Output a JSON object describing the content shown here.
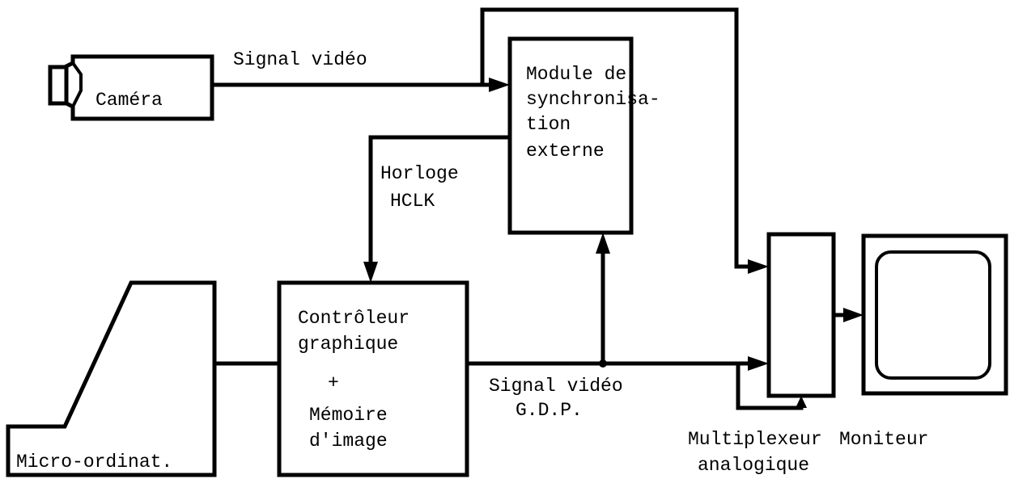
{
  "blocks": {
    "camera": "Caméra",
    "sync_module": [
      "Module de",
      "synchronisa-",
      "tion",
      "externe"
    ],
    "graphics": [
      "Contrôleur",
      "graphique",
      "+",
      "Mémoire",
      "d'image"
    ],
    "micro": "Micro-ordinat."
  },
  "signals": {
    "camera_video": "Signal vidéo",
    "clock": [
      "Horloge",
      "HCLK"
    ],
    "gdp_video": [
      "Signal vidéo",
      "G.D.P."
    ]
  },
  "outputs": {
    "multiplexer": [
      "Multiplexeur",
      "analogique"
    ],
    "monitor": "Moniteur"
  }
}
